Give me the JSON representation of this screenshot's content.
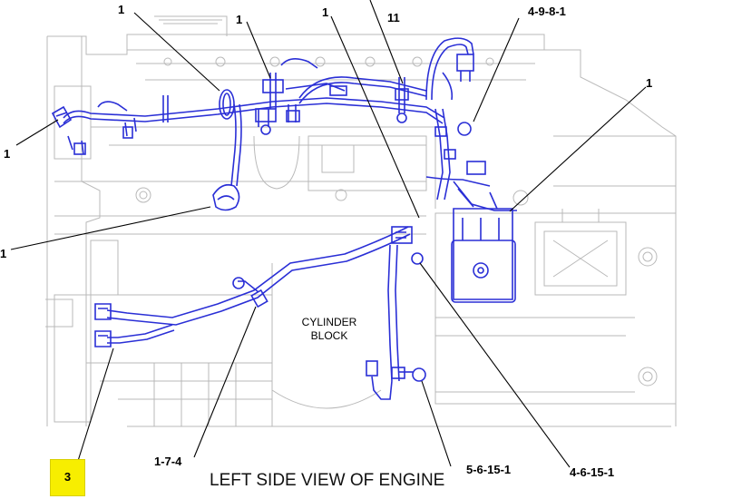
{
  "view_title": "LEFT SIDE VIEW OF ENGINE",
  "block_label": [
    "CYLINDER",
    "BLOCK"
  ],
  "sheet_number": "3",
  "callouts": [
    "1",
    "1",
    "1",
    "11",
    "4-9-8-1",
    "1",
    "1",
    "1",
    "1-7-4",
    "5-6-15-1",
    "4-6-15-1"
  ],
  "colors": {
    "harness": "#2a2fd6",
    "engine_outline": "#b9b9b9",
    "leader": "#000000",
    "sheet_badge": "#f7ee00"
  }
}
